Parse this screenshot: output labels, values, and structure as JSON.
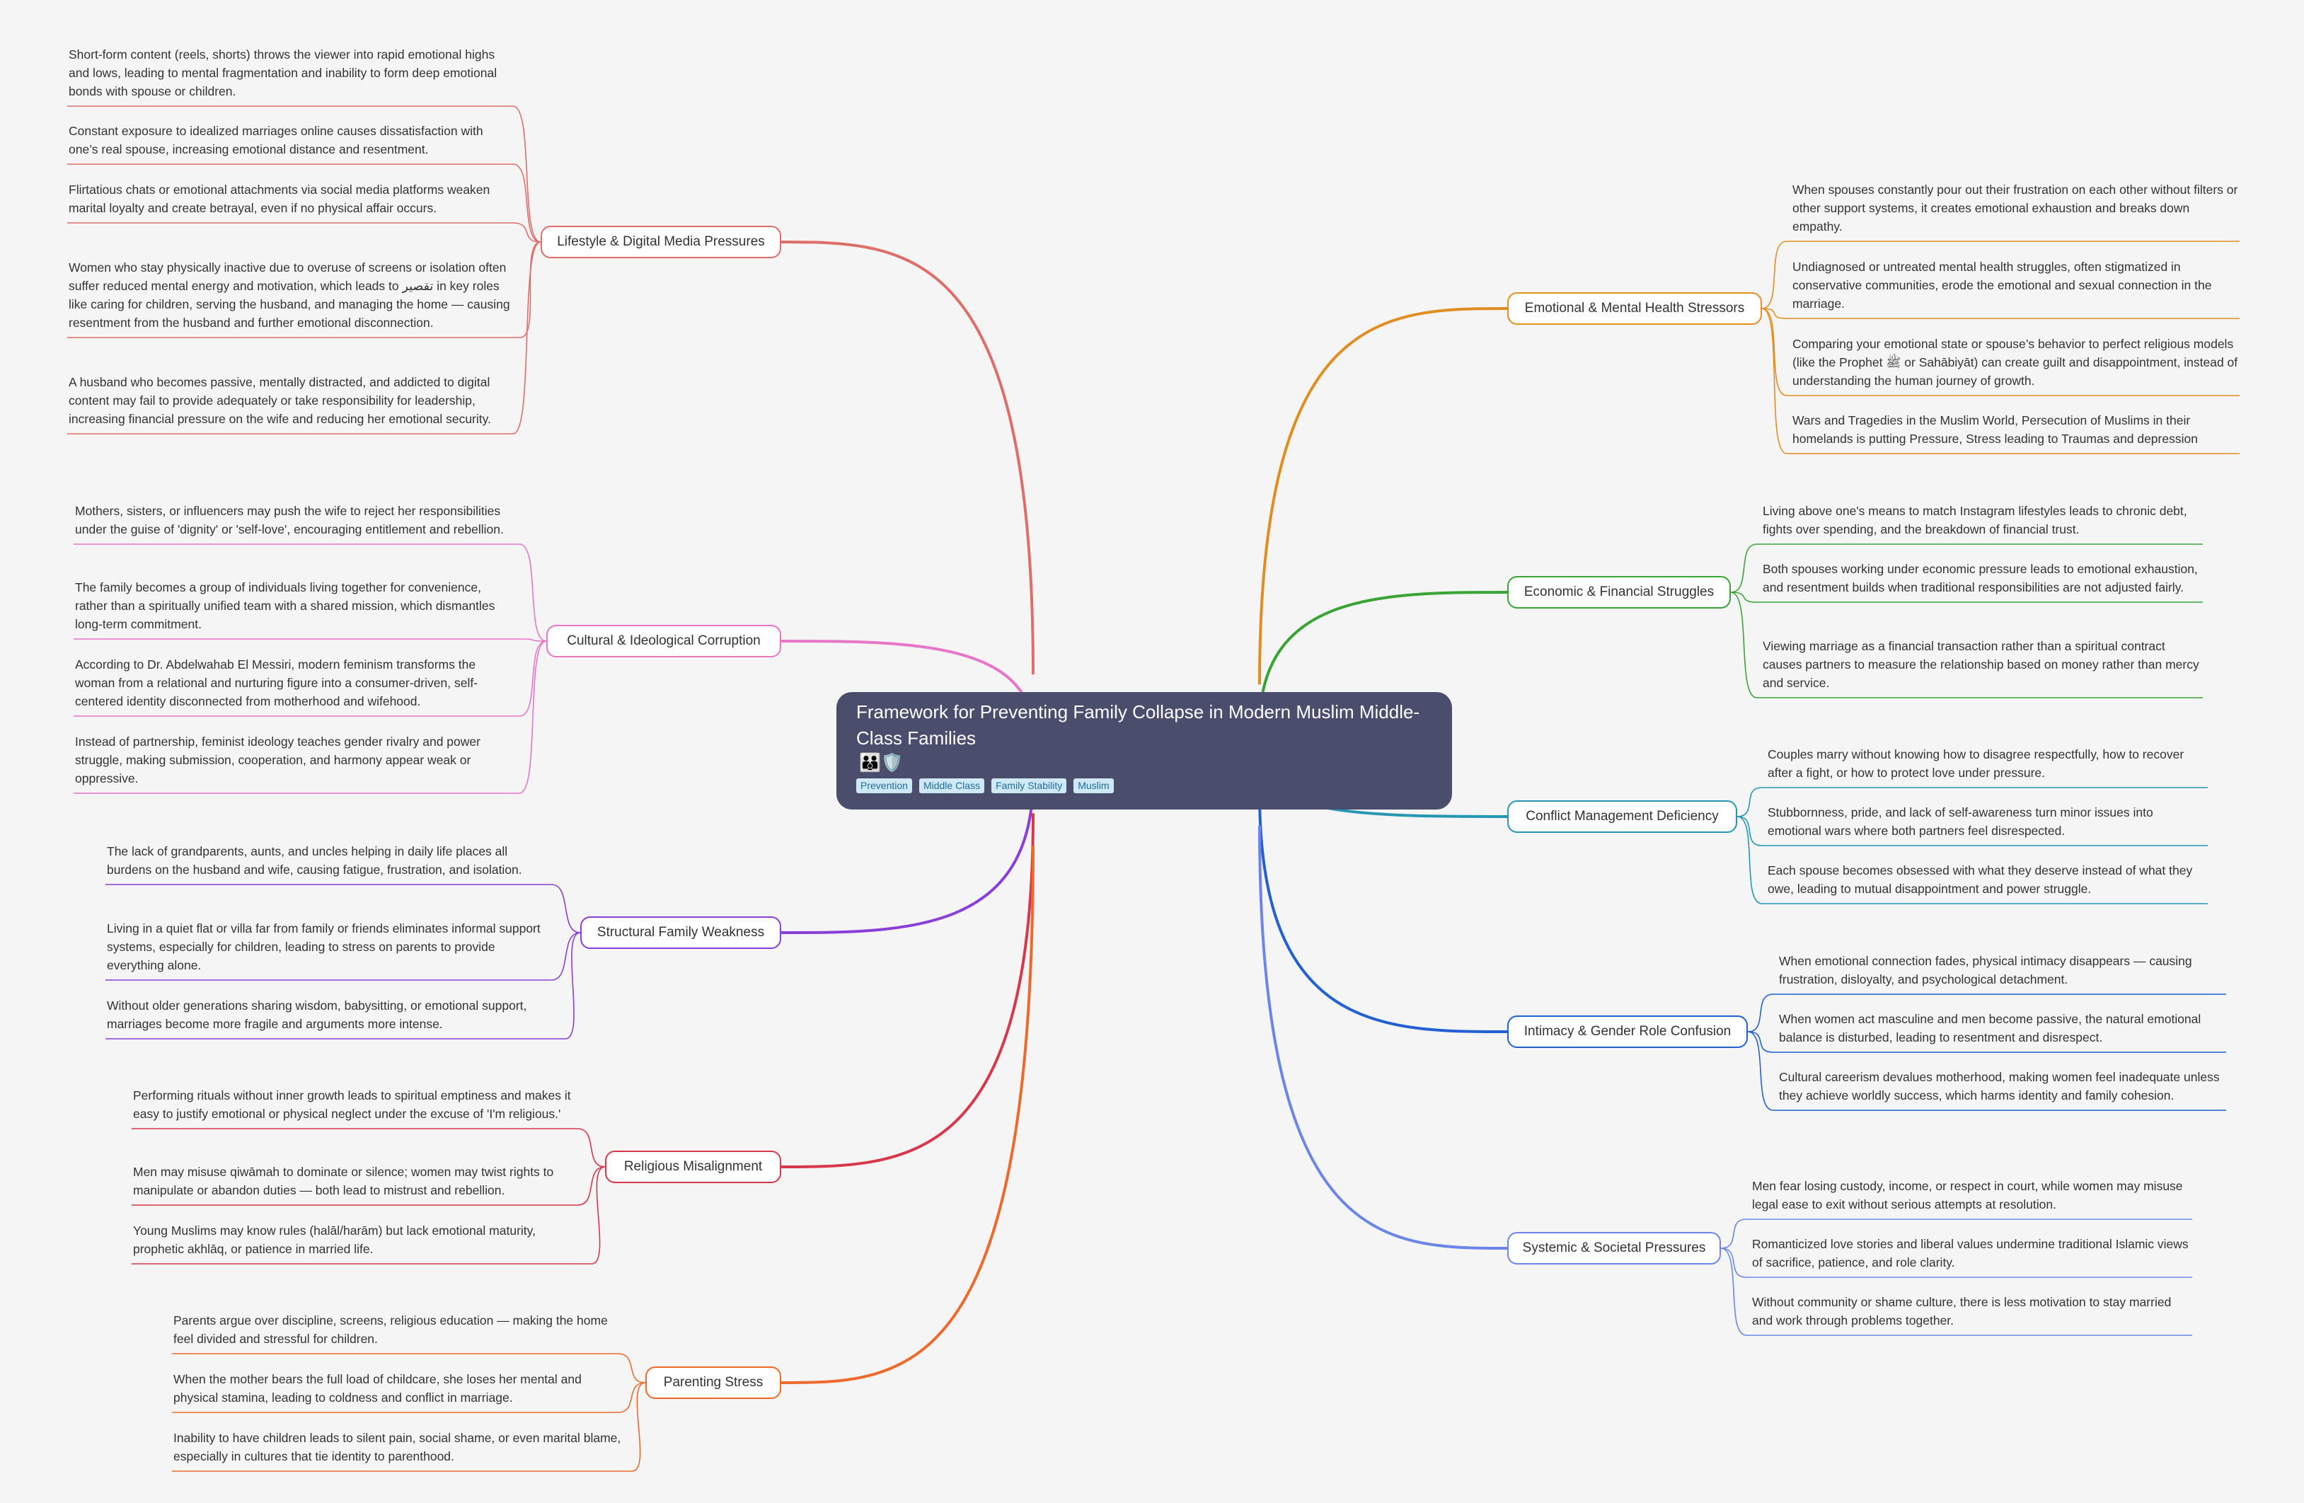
{
  "root": {
    "title": "Framework for Preventing Family Collapse in Modern Muslim Middle-Class Families",
    "emoji": "👪🛡️",
    "tags": [
      "Prevention",
      "Middle Class",
      "Family Stability",
      "Muslim"
    ]
  },
  "branches": [
    {
      "label": "Lifestyle & Digital Media Pressures",
      "color": "#dd6e6a",
      "leaves": [
        "Short-form content (reels, shorts) throws the viewer into rapid emotional highs and lows, leading to mental fragmentation and inability to form deep emotional bonds with spouse or children.",
        "Constant exposure to idealized marriages online causes dissatisfaction with one’s real spouse, increasing emotional distance and resentment.",
        "Flirtatious chats or emotional attachments via social media platforms weaken marital loyalty and create betrayal, even if no physical affair occurs.",
        "Women who stay physically inactive due to overuse of screens or isolation often suffer reduced mental energy and motivation, which leads to تقصير in key roles like caring for children, serving the husband, and managing the home — causing resentment from the husband and further emotional disconnection.",
        "A husband who becomes passive, mentally distracted, and addicted to digital content may fail to provide adequately or take responsibility for leadership, increasing financial pressure on the wife and reducing her emotional security."
      ]
    },
    {
      "label": "Cultural & Ideological Corruption",
      "color": "#e876c8",
      "leaves": [
        "Mothers, sisters, or influencers may push the wife to reject her responsibilities under the guise of 'dignity' or 'self-love', encouraging entitlement and rebellion.",
        "The family becomes a group of individuals living together for convenience, rather than a spiritually unified team with a shared mission, which dismantles long-term commitment.",
        "According to Dr. Abdelwahab El Messiri, modern feminism transforms the woman from a relational and nurturing figure into a consumer-driven, self-centered identity disconnected from motherhood and wifehood.",
        "Instead of partnership, feminist ideology teaches gender rivalry and power struggle, making submission, cooperation, and harmony appear weak or oppressive."
      ]
    },
    {
      "label": "Structural Family Weakness",
      "color": "#8a3fd8",
      "leaves": [
        "The lack of grandparents, aunts, and uncles helping in daily life places all burdens on the husband and wife, causing fatigue, frustration, and isolation.",
        "Living in a quiet flat or villa far from family or friends eliminates informal support systems, especially for children, leading to stress on parents to provide everything alone.",
        "Without older generations sharing wisdom, babysitting, or emotional support, marriages become more fragile and arguments more intense."
      ]
    },
    {
      "label": "Religious Misalignment",
      "color": "#d8384b",
      "leaves": [
        "Performing rituals without inner growth leads to spiritual emptiness and makes it easy to justify emotional or physical neglect under the excuse of 'I'm religious.'",
        "Men may misuse qiwāmah to dominate or silence; women may twist rights to manipulate or abandon duties — both lead to mistrust and rebellion.",
        "Young Muslims may know rules (halāl/harām) but lack emotional maturity, prophetic akhlāq, or patience in married life."
      ]
    },
    {
      "label": "Parenting Stress",
      "color": "#ec6a2c",
      "leaves": [
        "Parents argue over discipline, screens, religious education — making the home feel divided and stressful for children.",
        "When the mother bears the full load of childcare, she loses her mental and physical stamina, leading to coldness and conflict in marriage.",
        "Inability to have children leads to silent pain, social shame, or even marital blame, especially in cultures that tie identity to parenthood."
      ]
    },
    {
      "label": "Emotional & Mental Health Stressors",
      "color": "#e08e22",
      "leaves": [
        "When spouses constantly pour out their frustration on each other without filters or other support systems, it creates emotional exhaustion and breaks down empathy.",
        "Undiagnosed or untreated mental health struggles, often stigmatized in conservative communities, erode the emotional and sexual connection in the marriage.",
        "Comparing your emotional state or spouse’s behavior to perfect religious models (like the Prophet ﷺ or Sahābiyāt) can create guilt and disappointment, instead of understanding the human journey of growth.",
        "Wars and Tragedies in the Muslim World, Persecution of Muslims in their homelands is putting Pressure, Stress leading to Traumas and depression"
      ]
    },
    {
      "label": "Economic & Financial Struggles",
      "color": "#3aa335",
      "leaves": [
        "Living above one's means to match Instagram lifestyles leads to chronic debt, fights over spending, and the breakdown of financial trust.",
        "Both spouses working under economic pressure leads to emotional exhaustion, and resentment builds when traditional responsibilities are not adjusted fairly.",
        "Viewing marriage as a financial transaction rather than a spiritual contract causes partners to measure the relationship based on money rather than mercy and service."
      ]
    },
    {
      "label": "Conflict Management Deficiency",
      "color": "#2597b3",
      "leaves": [
        "Couples marry without knowing how to disagree respectfully, how to recover after a fight, or how to protect love under pressure.",
        "Stubbornness, pride, and lack of self-awareness turn minor issues into emotional wars where both partners feel disrespected.",
        "Each spouse becomes obsessed with what they deserve instead of what they owe, leading to mutual disappointment and power struggle."
      ]
    },
    {
      "label": "Intimacy & Gender Role Confusion",
      "color": "#2360d2",
      "leaves": [
        "When emotional connection fades, physical intimacy disappears — causing frustration, disloyalty, and psychological detachment.",
        "When women act masculine and men become passive, the natural emotional balance is disturbed, leading to resentment and disrespect.",
        "Cultural careerism devalues motherhood, making women feel inadequate unless they achieve worldly success, which harms identity and family cohesion."
      ]
    },
    {
      "label": "Systemic & Societal Pressures",
      "color": "#6b86e6",
      "leaves": [
        "Men fear losing custody, income, or respect in court, while women may misuse legal ease to exit without serious attempts at resolution.",
        "Romanticized love stories and liberal values undermine traditional Islamic views of sacrifice, patience, and role clarity.",
        "Without community or shame culture, there is less motivation to stay married and work through problems together."
      ]
    }
  ]
}
